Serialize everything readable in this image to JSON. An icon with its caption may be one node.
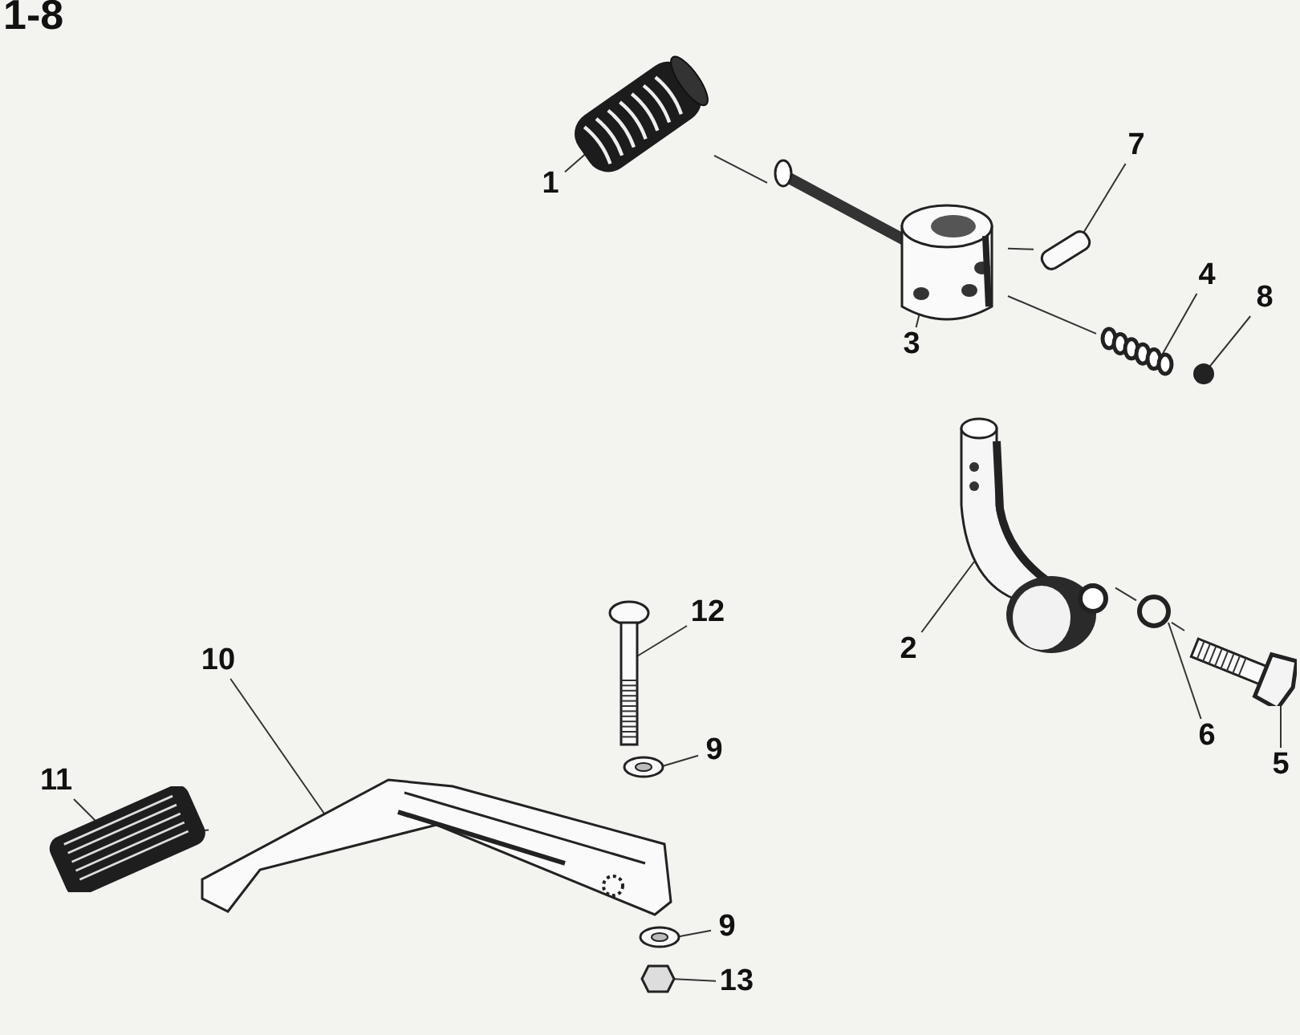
{
  "diagram": {
    "nodes": [
      {
        "text": [
          "1"
        ]
      },
      {
        "text": [],
        "shape": "picture"
      },
      {
        "text": [
          "7"
        ]
      },
      {
        "text": [],
        "shape": "cylinder"
      },
      {
        "text": [
          "3"
        ]
      },
      {
        "text": [],
        "shape": "picture"
      },
      {
        "text": [
          "4"
        ]
      },
      {
        "text": [],
        "shape": "picture"
      },
      {
        "text": [
          "8"
        ]
      },
      {
        "text": [],
        "shape": "circle"
      },
      {
        "text": [
          "2"
        ]
      },
      {
        "text": [],
        "shape": "picture"
      },
      {
        "text": [
          "12"
        ]
      },
      {
        "text": [],
        "shape": "picture"
      },
      {
        "text": [
          "10"
        ]
      },
      {
        "text": [],
        "shape": "picture"
      },
      {
        "text": [
          "9"
        ]
      },
      {
        "text": [],
        "shape": "picture"
      },
      {
        "text": [
          "6"
        ]
      },
      {
        "text": [],
        "shape": "circle"
      },
      {
        "text": [
          "5"
        ]
      },
      {
        "text": [],
        "shape": "picture"
      },
      {
        "text": [
          "11"
        ]
      },
      {
        "text": [],
        "shape": "picture"
      },
      {
        "text": [
          "9"
        ]
      },
      {
        "text": [],
        "shape": "picture"
      },
      {
        "text": [
          "13"
        ]
      },
      {
        "text": [],
        "shape": "hexagon"
      }
    ],
    "edges": [
      {
        "from": 0,
        "to": 1,
        "arrow": "none"
      },
      {
        "from": 2,
        "to": 3,
        "arrow": "none"
      },
      {
        "from": 4,
        "to": 5,
        "arrow": "none"
      },
      {
        "from": 6,
        "to": 7,
        "arrow": "none"
      },
      {
        "from": 8,
        "to": 9,
        "arrow": "none"
      },
      {
        "from": 10,
        "to": 11,
        "arrow": "none"
      },
      {
        "from": 12,
        "to": 13,
        "arrow": "none"
      },
      {
        "from": 14,
        "to": 15,
        "arrow": "none"
      },
      {
        "from": 16,
        "to": 17,
        "arrow": "none"
      },
      {
        "from": 18,
        "to": 19,
        "arrow": "none"
      },
      {
        "from": 20,
        "to": 21,
        "arrow": "none"
      },
      {
        "from": 22,
        "to": 23,
        "arrow": "none"
      },
      {
        "from": 24,
        "to": 25,
        "arrow": "none"
      },
      {
        "from": 26,
        "to": 27,
        "arrow": "none"
      },
      {
        "from": 1,
        "to": 5,
        "arrow": "none"
      },
      {
        "from": 3,
        "to": 5,
        "arrow": "none"
      },
      {
        "from": 5,
        "to": 7,
        "arrow": "none"
      },
      {
        "from": 11,
        "to": 19,
        "arrow": "none"
      },
      {
        "from": 19,
        "to": 21,
        "arrow": "none"
      },
      {
        "from": 23,
        "to": 15,
        "arrow": "none"
      }
    ],
    "labels": [
      "1-8"
    ]
  }
}
